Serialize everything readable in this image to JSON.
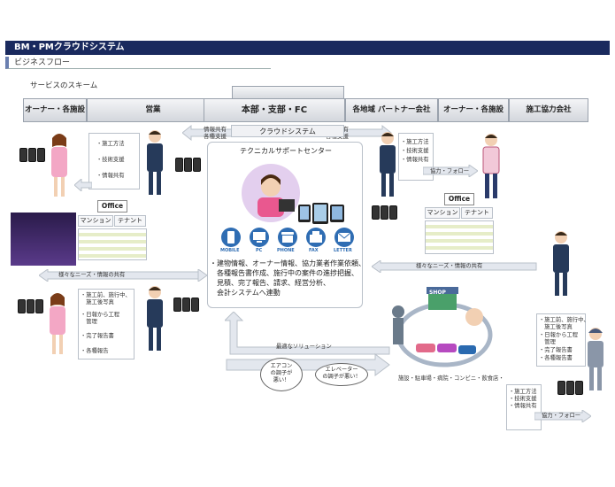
{
  "header": {
    "title": "BM・PMクラウドシステム",
    "subtitle": "ビジネスフロー",
    "scheme_label": "サービスのスキーム"
  },
  "columns": [
    "オーナー・各施設",
    "営業",
    "本部・支部・FC",
    "各地域 パートナー会社",
    "オーナー・各施設",
    "施工協力会社"
  ],
  "info_share_left": "情報共有\n各種支援",
  "info_share_right": "情報共有\n各種支援",
  "cloud": "クラウドシステム",
  "center": {
    "title": "テクニカルサポートセンター",
    "channels": [
      "MOBILE",
      "PC",
      "PHONE",
      "FAX",
      "LETTER"
    ],
    "services": "・建物情報、オーナー情報、協力業者作業依頼、\n　各種報告書作成、施行中の案件の進捗把握、\n　見積、完了報告、請求、経営分析、\n　会計システムへ連動"
  },
  "sales_notes": [
    "・施工方法",
    "・技術支援",
    "・情報共有"
  ],
  "partner_notes": [
    "・施工方法",
    "・技術支援",
    "・情報共有"
  ],
  "partner_follow": "協力・フォロー",
  "office_left": "Office",
  "office_right": "Office",
  "mansion": "マンション",
  "tenant": "テナント",
  "needs_left": "様々なニーズ・情報の共有",
  "needs_right": "様々なニーズ・情報の共有",
  "owner_reports": [
    "・施工前、施行中、\n　施工後写真",
    "・日報から工程\n　管理",
    "・完了報告書",
    "・各種報告"
  ],
  "solution": "最適なソリューション",
  "balloon1": "エアコン\nの調子が\n悪い！",
  "balloon2": "エレベーター\nの調子が悪い！",
  "facilities": "施設・駐車場・病院・コンビニ・飲食店・",
  "shop": "SHOP",
  "contractor_reports": [
    "・施工前、施行中、\n　施工後写真",
    "・日報から工程\n　管理",
    "・完了報告書",
    "・各種報告書"
  ],
  "contractor_notes": [
    "・施工方法",
    "・技術支援",
    "・情報共有"
  ],
  "contractor_follow": "協力・フォロー",
  "colors": {
    "title_bg": "#1a2a5e",
    "accent": "#2f6db3"
  }
}
